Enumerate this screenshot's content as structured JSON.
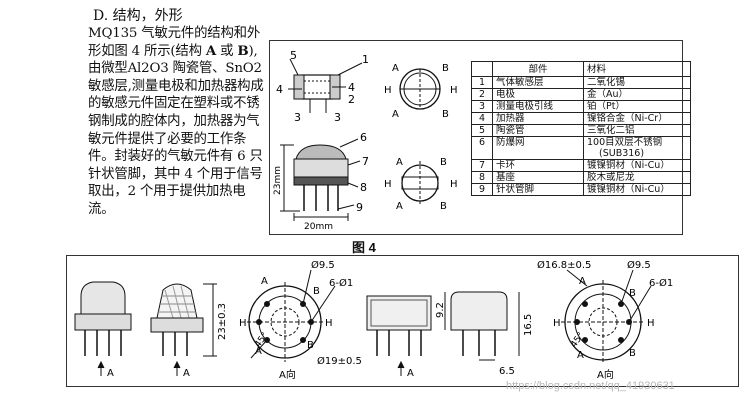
{
  "section": {
    "heading": "D. 结构，外形",
    "para_prefix": "MQ135 气敏元件的结构和外形如图 4 所示(结构 ",
    "para_a": "A",
    "para_or": " 或 ",
    "para_b": "B",
    "para_suffix": "), 由微型Al2O3 陶瓷管、SnO2 敏感层,测量电极和加热器构成的敏感元件固定在塑料或不锈钢制成的腔体内，加热器为气敏元件提供了必要的工作条件。封装好的气敏元件有 6 只针状管脚，其中 4 个用于信号取出，2 个用于提供加热电流。"
  },
  "table": {
    "headers": [
      "",
      "部件",
      "材料"
    ],
    "rows": [
      {
        "n": "1",
        "part": "气体敏感层",
        "material": "二氧化锡"
      },
      {
        "n": "2",
        "part": "电极",
        "material": "金（Au）"
      },
      {
        "n": "3",
        "part": "测量电极引线",
        "material": "铂（Pt）"
      },
      {
        "n": "4",
        "part": "加热器",
        "material": "镍铬合金（Ni-Cr）"
      },
      {
        "n": "5",
        "part": "陶瓷管",
        "material": "三氧化二铝"
      },
      {
        "n": "6",
        "part": "防爆网",
        "material": "100目双层不锈钢",
        "material2": "(SUB316)"
      },
      {
        "n": "7",
        "part": "卡环",
        "material": "镀镍铜材（Ni-Cu）"
      },
      {
        "n": "8",
        "part": "基座",
        "material": "胶木或尼龙"
      },
      {
        "n": "9",
        "part": "针状管脚",
        "material": "镀镍铜材（Ni-Cu）"
      }
    ]
  },
  "top_drawing": {
    "callouts": [
      "1",
      "2",
      "3",
      "4",
      "5",
      "6",
      "7",
      "8",
      "9"
    ],
    "dim_height": "23mm",
    "dim_width": "20mm",
    "pins": [
      "A",
      "B",
      "H",
      "H",
      "A",
      "B"
    ]
  },
  "figure_label": "图 4",
  "bottom_drawing": {
    "arrow_a": "A",
    "dim_23": "23±0.3",
    "dia_95": "Ø9.5",
    "holes": "6-Ø1",
    "dia_19": "Ø19±0.5",
    "angle": "45°",
    "view_a": "A向",
    "dia_168": "Ø16.8±0.5",
    "dim_92": "9.2",
    "dim_165": "16.5",
    "dim_65": "6.5",
    "letters": [
      "A",
      "B",
      "H",
      "H",
      "A",
      "B"
    ]
  },
  "watermark": "https://blog.csdn.net/qq_41930631"
}
